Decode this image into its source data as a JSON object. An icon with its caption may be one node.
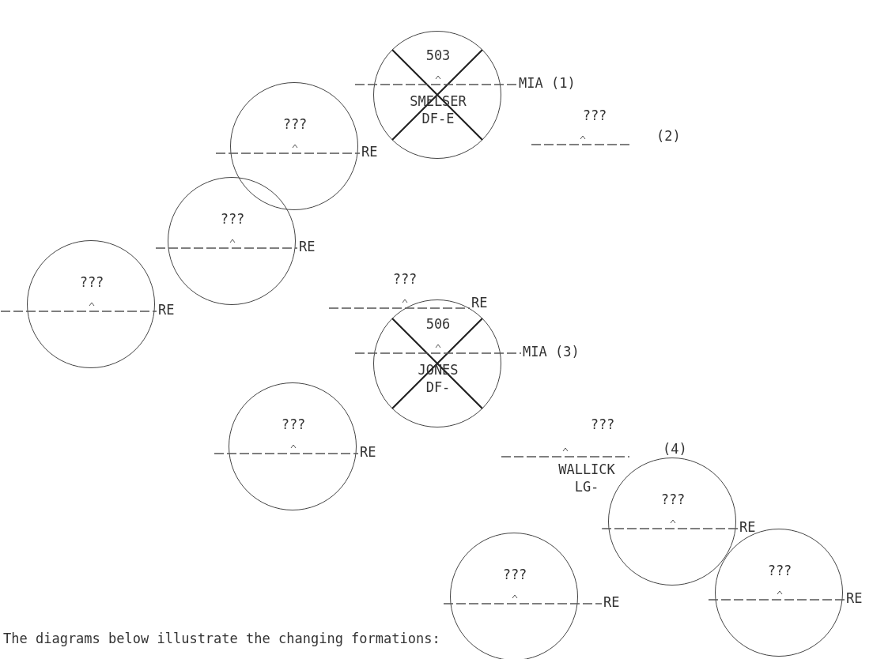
{
  "diagram": {
    "nodes": [
      {
        "text": [
          "503",
          "SMELSER",
          "DF-E"
        ],
        "beside": [
          "MIA (1)"
        ]
      },
      {
        "text": [
          "???"
        ],
        "beside": [
          "RE"
        ]
      },
      {
        "text": [
          "???"
        ],
        "beside": [
          "RE"
        ]
      },
      {
        "text": [
          "???"
        ],
        "beside": [
          "RE"
        ]
      },
      {
        "text": [
          "506",
          "JONES",
          "DF-"
        ],
        "beside": [
          "MIA (3)"
        ]
      },
      {
        "text": [
          "???"
        ],
        "beside": [
          "RE"
        ]
      },
      {
        "text": [
          "???"
        ],
        "beside": [
          "RE"
        ]
      },
      {
        "text": [
          "???"
        ],
        "beside": [
          "RE"
        ]
      },
      {
        "text": [
          "???"
        ],
        "beside": [
          "RE"
        ]
      }
    ],
    "edges": [],
    "labels": [
      "???",
      "(2)",
      "???",
      "RE",
      "???",
      "(4)",
      "WALLICK",
      "LG-",
      "The diagrams below illustrate the changing formations:"
    ]
  }
}
